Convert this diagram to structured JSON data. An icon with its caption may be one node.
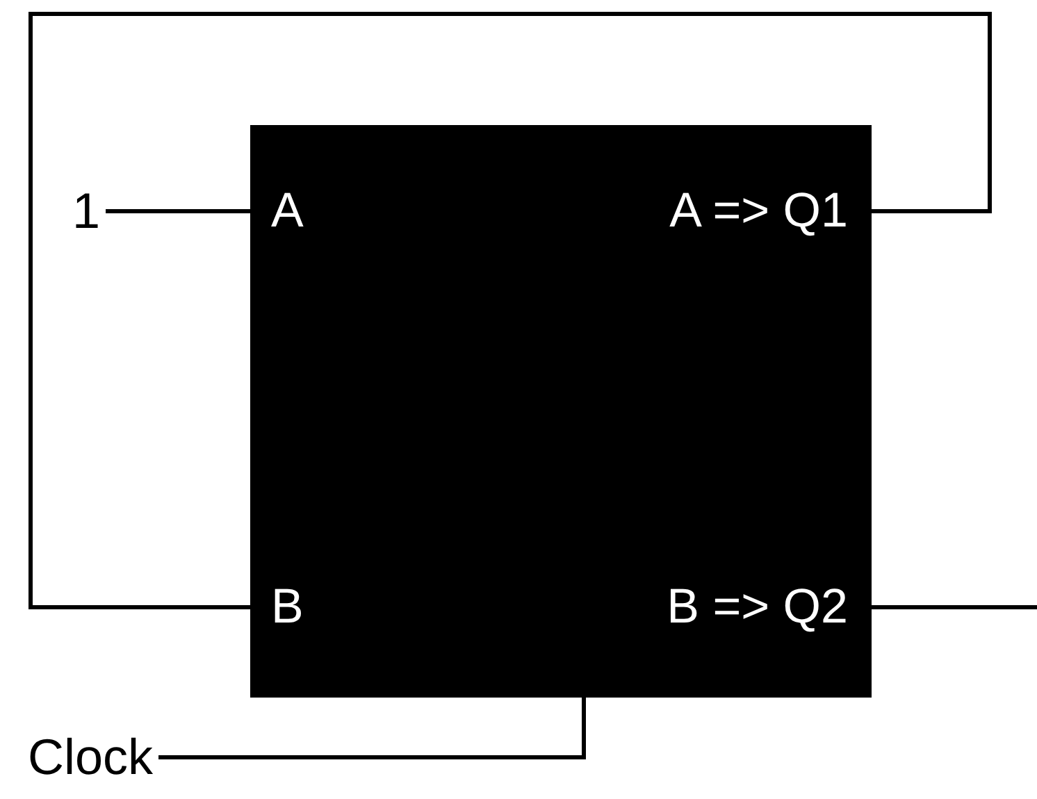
{
  "diagram": {
    "nodes": [
      {
        "text": [],
        "shape": "box"
      },
      {
        "text": [
          "A"
        ],
        "in": 0
      },
      {
        "text": [
          "A => Q1"
        ],
        "in": 0
      },
      {
        "text": [
          "B"
        ],
        "in": 0
      },
      {
        "text": [
          "B => Q2"
        ],
        "in": 0
      },
      {
        "text": [
          "1"
        ]
      },
      {
        "text": [
          "Clock"
        ]
      }
    ],
    "edges": [
      {
        "from": 5,
        "to": 1,
        "arrow": "none"
      },
      {
        "from": 2,
        "to": 3,
        "arrow": "none"
      },
      {
        "from": 4,
        "to": null,
        "arrow": "none"
      },
      {
        "from": 6,
        "to": 0,
        "arrow": "none"
      }
    ]
  }
}
